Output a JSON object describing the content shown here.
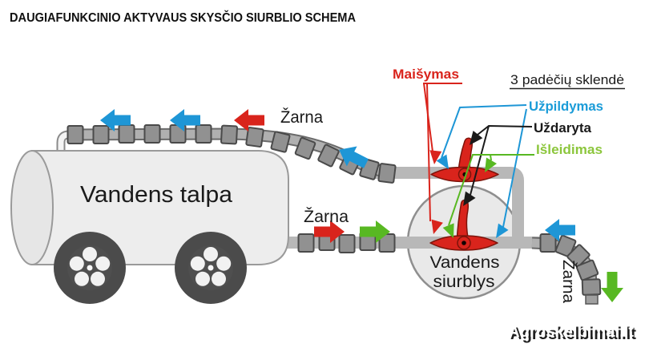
{
  "title": "DAUGIAFUNKCINIO AKTYVAUS SKYSČIO SIURBLIO SCHEMA",
  "colors": {
    "red": "#d9241c",
    "blue": "#1e96d6",
    "blue_label": "#1b9cd8",
    "green": "#58b822",
    "green_label": "#8cc63c",
    "black": "#1a1a1a",
    "pipe_gray": "#b8b8b8"
  },
  "tank": {
    "label": "Vandens talpa"
  },
  "pump": {
    "label_line1": "Vandens",
    "label_line2": "siurblys"
  },
  "hoses": {
    "top_label": "Žarna",
    "middle_label": "Žarna",
    "right_label": "Žarna"
  },
  "valve": {
    "heading": "3 padėčių sklendė",
    "positions": {
      "mixing": "Maišymas",
      "filling": "Užpildymas",
      "closed": "Uždaryta",
      "discharge": "Išleidimas"
    }
  },
  "watermark": "Agroskelbimai.lt"
}
